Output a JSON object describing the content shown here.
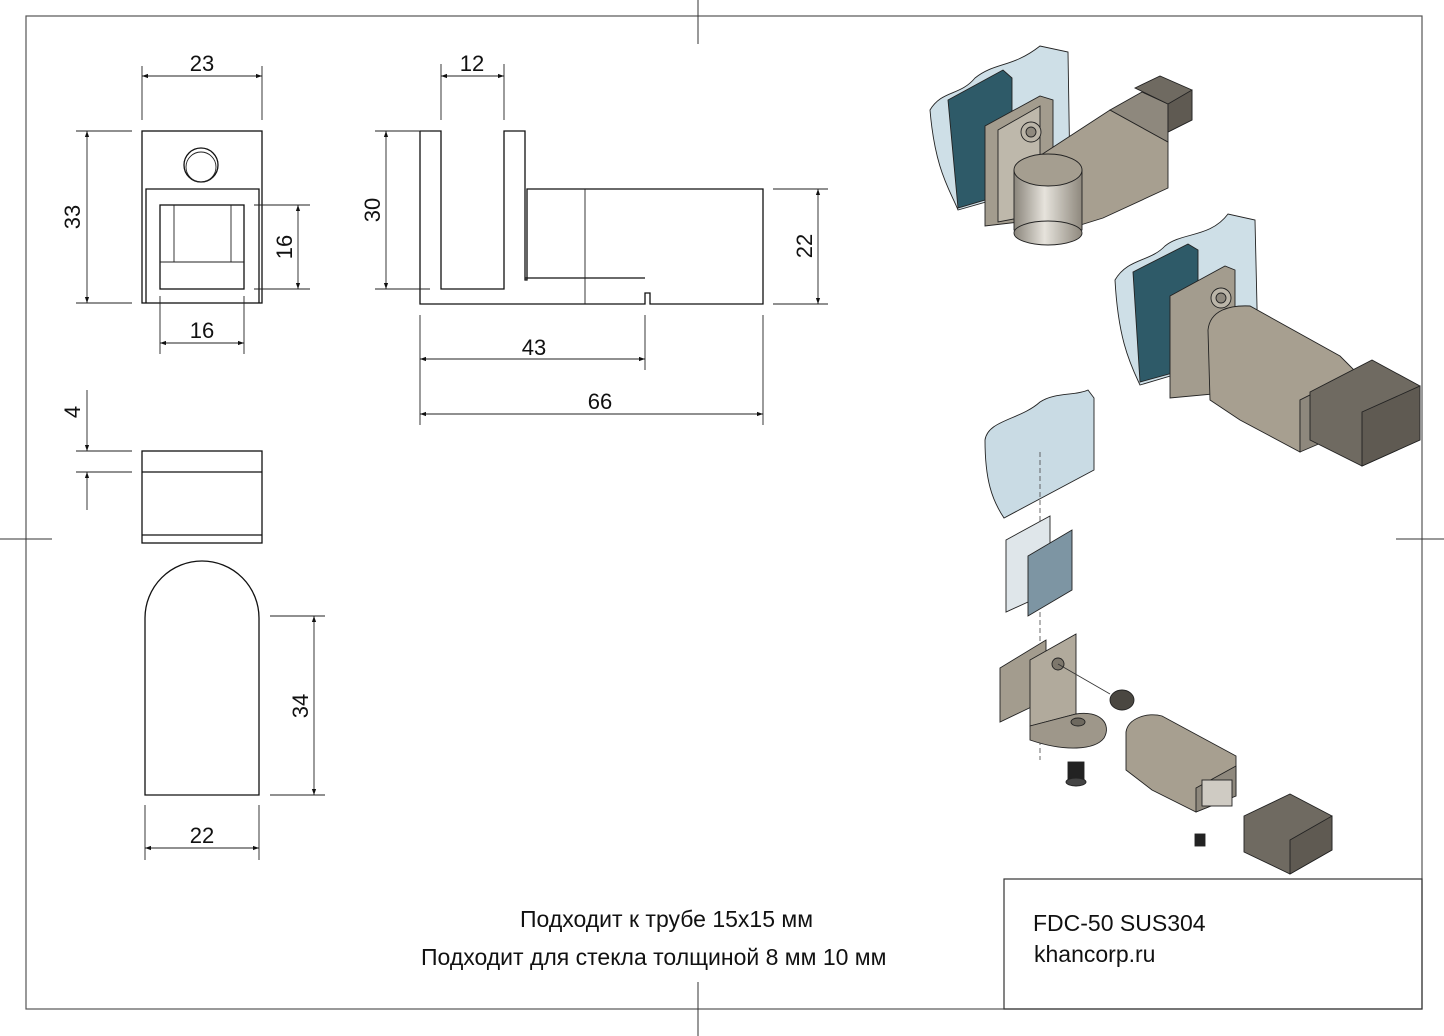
{
  "drawing": {
    "front_view": {
      "dims": {
        "width_top": "23",
        "height_left": "33",
        "inner_height": "16",
        "inner_width": "16"
      }
    },
    "side_view": {
      "dims": {
        "slot_width": "12",
        "height": "30",
        "body_height": "22",
        "length_partial": "43",
        "length_total": "66"
      }
    },
    "top_view": {
      "dims": {
        "top_band": "4",
        "length": "34",
        "width": "22"
      }
    },
    "iso_views": [
      {
        "label": "assembled-view-1"
      },
      {
        "label": "assembled-view-2"
      },
      {
        "label": "exploded-view"
      }
    ],
    "colors": {
      "glass": "#c9dbe4",
      "glass_insert": "#2e5a68",
      "metal": "#a39c8e",
      "metal_dark": "#7d776c",
      "line": "#111111"
    }
  },
  "notes": {
    "line1": "Подходит к трубе 15x15 мм",
    "line2": "Подходит для стекла толщиной 8 мм 10 мм"
  },
  "title_block": {
    "model": "FDC-50 SUS304",
    "website": "khancorp.ru"
  }
}
